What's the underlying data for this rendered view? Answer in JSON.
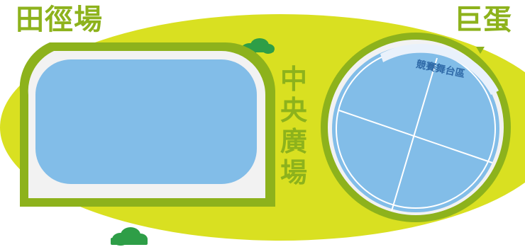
{
  "labels": {
    "track_field": "田徑場",
    "dome": "巨蛋",
    "central_plaza": "中央廣場",
    "stage_area": "競賽舞台區"
  },
  "colors": {
    "plaza_lime": "#d9e021",
    "outline_green": "#8db21c",
    "label_green": "#8db21c",
    "field_blue": "#82bde8",
    "track_white": "#f2f2f2",
    "bush_green": "#2e9e47",
    "stage_text": "#2f6aa8"
  },
  "icons": {
    "pointer": "triangle-down",
    "tree": "bush"
  }
}
